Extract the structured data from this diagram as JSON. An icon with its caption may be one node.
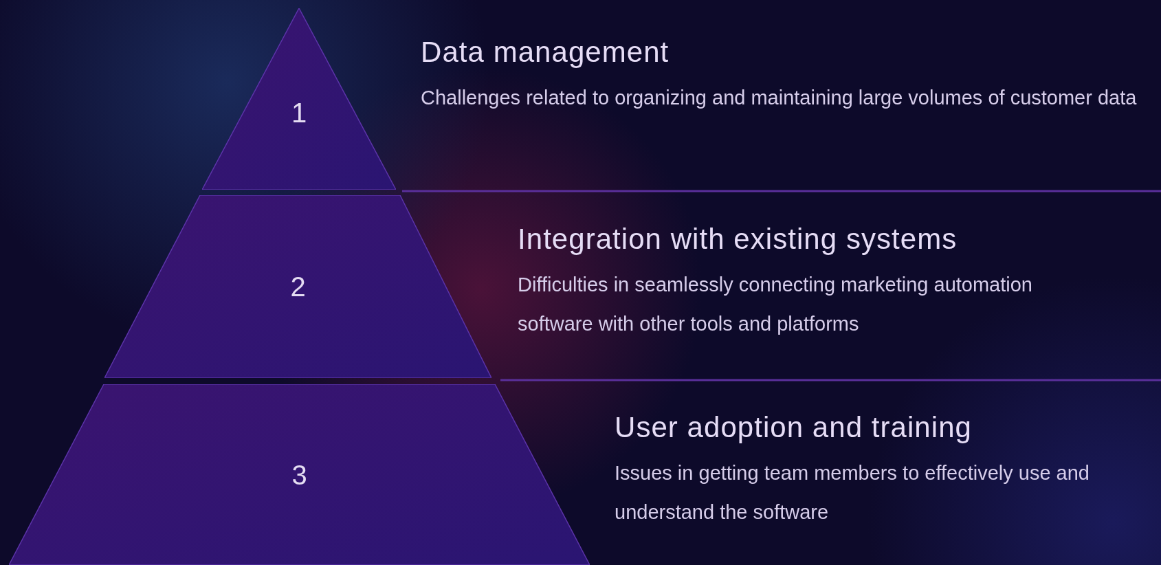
{
  "diagram": {
    "nodes": [
      {
        "text": [
          "1"
        ],
        "beside": [
          "Data management",
          "Challenges related to organizing and maintaining large volumes of customer data"
        ]
      },
      {
        "text": [
          "2"
        ],
        "beside": [
          "Integration with existing systems",
          "Difficulties in seamlessly connecting marketing automation software with other tools and platforms"
        ]
      },
      {
        "text": [
          "3"
        ],
        "beside": [
          "User adoption and training",
          "Issues in getting team members to effectively use and understand the software"
        ]
      }
    ]
  }
}
